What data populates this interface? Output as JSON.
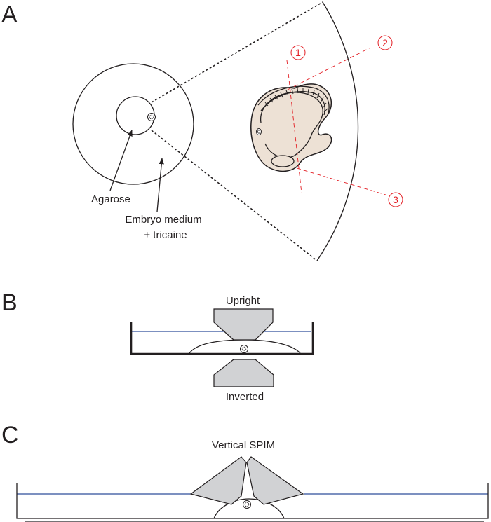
{
  "panels": {
    "a": "A",
    "b": "B",
    "c": "C"
  },
  "panel_a": {
    "agarose": "Agarose",
    "medium_line1": "Embryo medium",
    "medium_line2": "+ tricaine",
    "views": [
      "1",
      "2",
      "3"
    ]
  },
  "panel_b": {
    "upright": "Upright",
    "inverted": "Inverted"
  },
  "panel_c": {
    "vertical_spim": "Vertical SPIM"
  },
  "colors": {
    "view_lines": "#e31e24",
    "water_surface": "#2e4d9b",
    "objective": "#d1d2d4",
    "embryo": "#ede1d5"
  }
}
